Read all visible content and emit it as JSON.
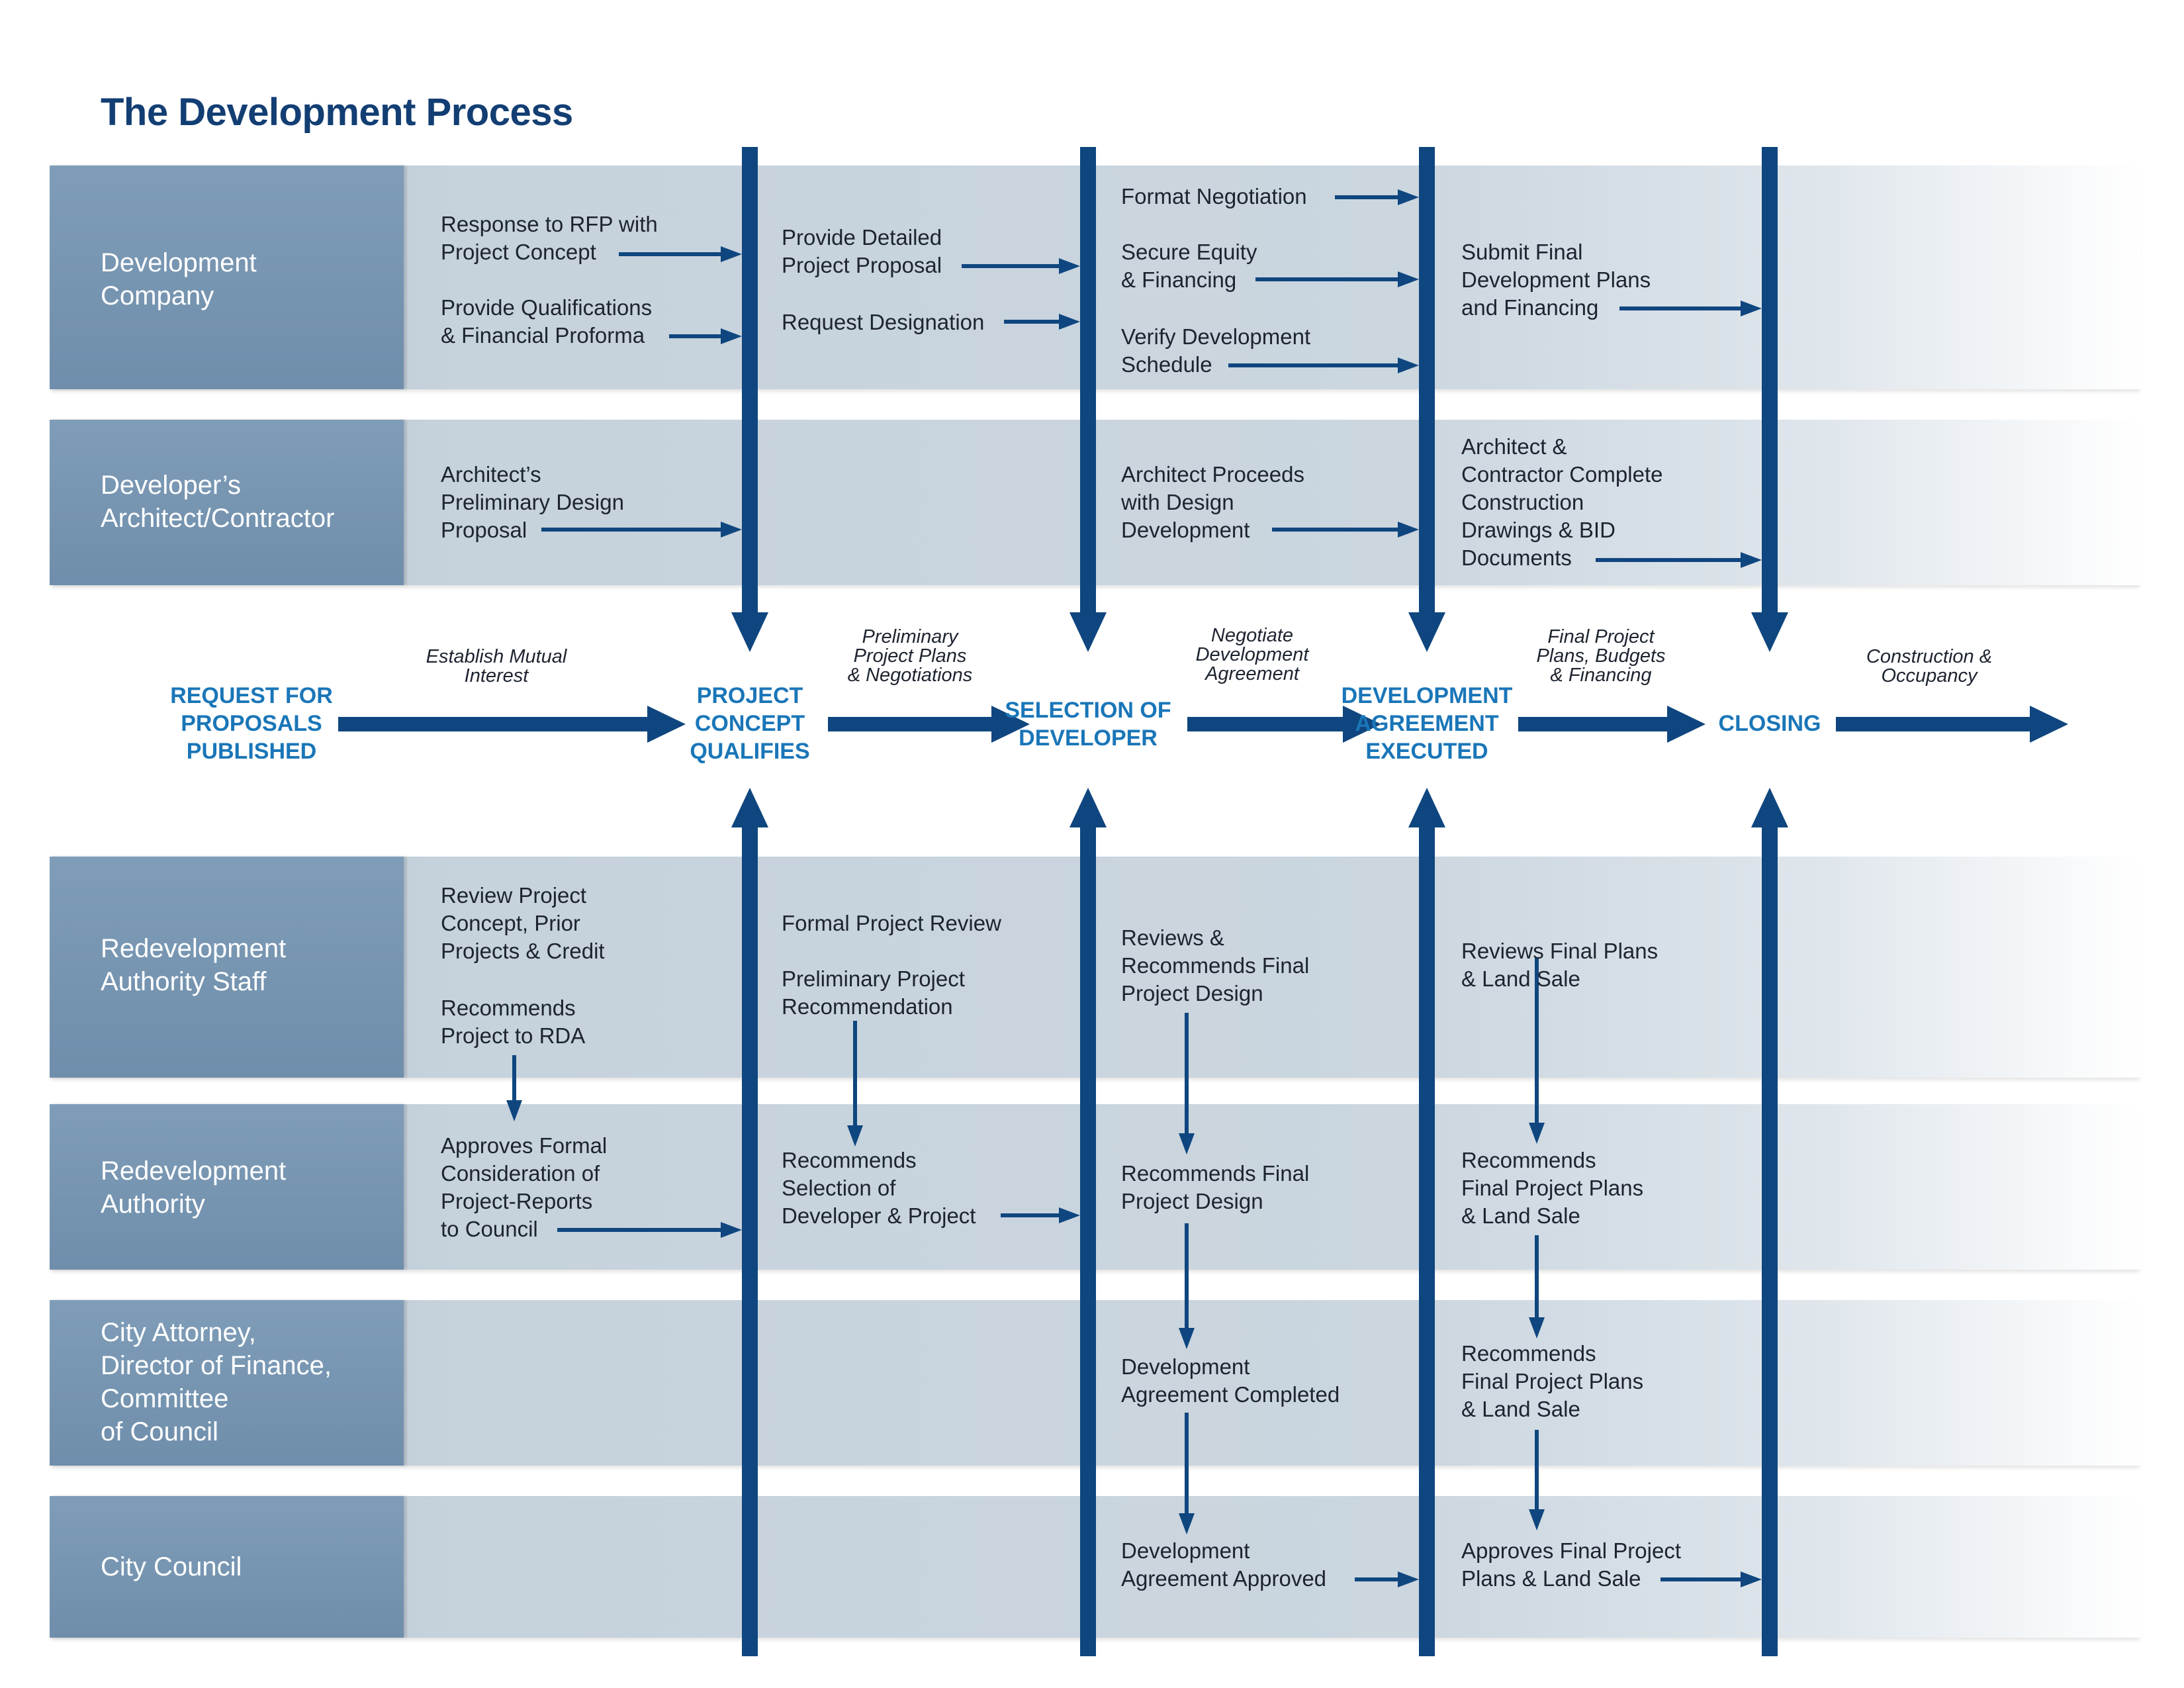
{
  "title": "The Development Process",
  "lanes": [
    {
      "label": "Development\nCompany"
    },
    {
      "label": "Developer’s\nArchitect/Contractor"
    },
    {
      "label": "Redevelopment\nAuthority Staff"
    },
    {
      "label": "Redevelopment\nAuthority"
    },
    {
      "label": "City Attorney,\nDirector of Finance,\nCommittee\nof Council"
    },
    {
      "label": "City Council"
    }
  ],
  "milestones": [
    {
      "label": "REQUEST FOR\nPROPOSALS\nPUBLISHED"
    },
    {
      "label": "PROJECT\nCONCEPT\nQUALIFIES"
    },
    {
      "label": "SELECTION OF\nDEVELOPER"
    },
    {
      "label": "DEVELOPMENT\nAGREEMENT\nEXECUTED"
    },
    {
      "label": "CLOSING"
    }
  ],
  "phase_notes": [
    {
      "label": "Establish Mutual\nInterest"
    },
    {
      "label": "Preliminary\nProject Plans\n& Negotiations"
    },
    {
      "label": "Negotiate\nDevelopment\nAgreement"
    },
    {
      "label": "Final Project\nPlans, Budgets\n& Financing"
    },
    {
      "label": "Construction &\nOccupancy"
    }
  ],
  "tasks": {
    "dev_company": [
      "Response to RFP with\nProject Concept",
      "Provide Qualifications\n& Financial Proforma",
      "Provide Detailed\nProject Proposal",
      "Request Designation",
      "Format Negotiation",
      "Secure Equity\n& Financing",
      "Verify Development\nSchedule",
      "Submit Final\nDevelopment Plans\nand Financing"
    ],
    "architect": [
      "Architect’s\nPreliminary Design\nProposal",
      "Architect Proceeds\nwith Design\nDevelopment",
      "Architect &\nContractor Complete\nConstruction\nDrawings & BID\nDocuments"
    ],
    "rda_staff": [
      "Review Project\nConcept, Prior\nProjects & Credit",
      "Recommends\nProject to RDA",
      "Formal Project Review",
      "Preliminary Project\nRecommendation",
      "Reviews &\nRecommends Final\nProject Design",
      "Reviews Final Plans\n& Land Sale"
    ],
    "rda": [
      "Approves Formal\nConsideration of\nProject-Reports\nto Council",
      "Recommends\nSelection of\nDeveloper & Project",
      "Recommends Final\nProject Design",
      "Recommends\nFinal Project Plans\n& Land Sale"
    ],
    "city_attorney": [
      "Development\nAgreement Completed",
      "Recommends\nFinal Project Plans\n& Land Sale"
    ],
    "city_council": [
      "Development\nAgreement Approved",
      "Approves Final Project\nPlans & Land Sale"
    ]
  },
  "colors": {
    "arrow": "#0f467f",
    "milestone": "#1a76b8",
    "title": "#123e73",
    "lane_header": "#7593b0"
  }
}
